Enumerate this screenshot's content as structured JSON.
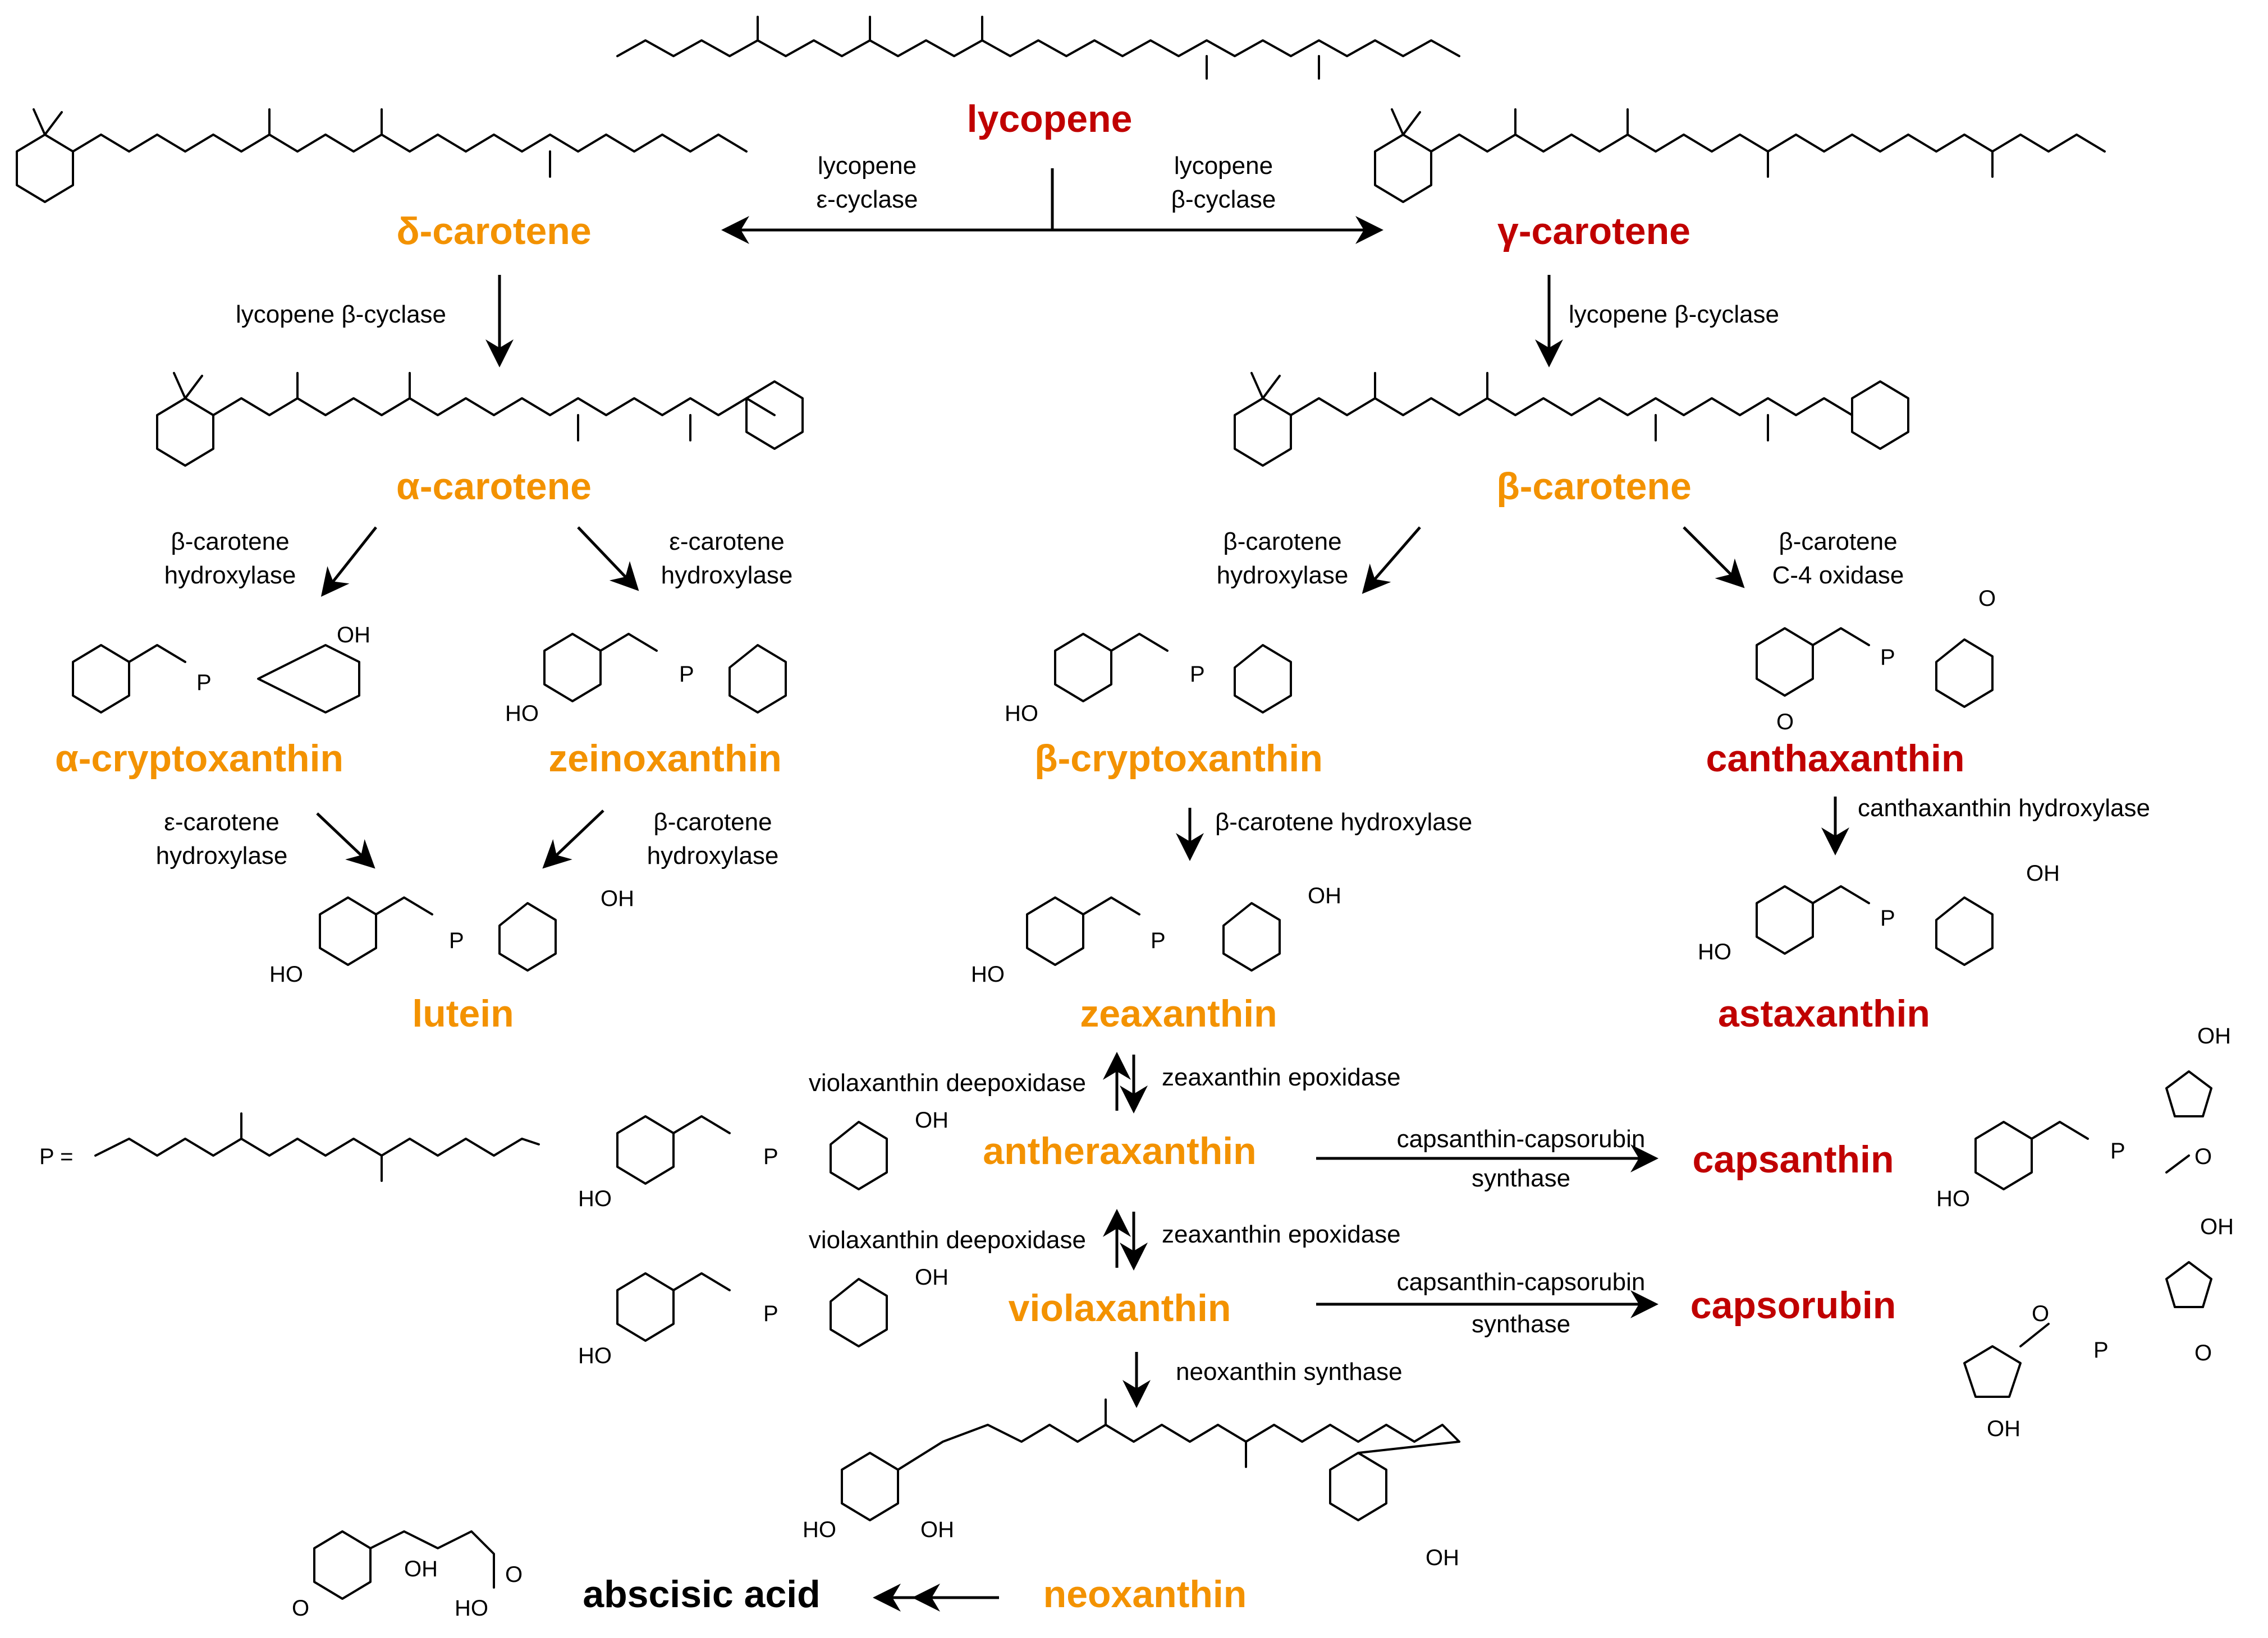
{
  "colors": {
    "red": "#c00000",
    "orange": "#f39200",
    "black": "#000000"
  },
  "compounds": {
    "lycopene": "lycopene",
    "delta_carotene": "δ-carotene",
    "gamma_carotene": "γ-carotene",
    "alpha_carotene": "α-carotene",
    "beta_carotene": "β-carotene",
    "alpha_cryptoxanthin": "α-cryptoxanthin",
    "zeinoxanthin": "zeinoxanthin",
    "beta_cryptoxanthin": "β-cryptoxanthin",
    "canthaxanthin": "canthaxanthin",
    "lutein": "lutein",
    "zeaxanthin": "zeaxanthin",
    "astaxanthin": "astaxanthin",
    "antheraxanthin": "antheraxanthin",
    "capsanthin": "capsanthin",
    "violaxanthin": "violaxanthin",
    "capsorubin": "capsorubin",
    "neoxanthin": "neoxanthin",
    "abscisic_acid": "abscisic acid"
  },
  "enzymes": {
    "lyc_eps_1": "lycopene",
    "lyc_eps_2": "ε-cyclase",
    "lyc_beta_1": "lycopene",
    "lyc_beta_2": "β-cyclase",
    "lyc_beta_cyclase_left": "lycopene β-cyclase",
    "lyc_beta_cyclase_right": "lycopene β-cyclase",
    "bch_a_1": "β-carotene",
    "bch_a_2": "hydroxylase",
    "ech_a_1": "ε-carotene",
    "ech_a_2": "hydroxylase",
    "bch_b_1": "β-carotene",
    "bch_b_2": "hydroxylase",
    "c4ox_1": "β-carotene",
    "c4ox_2": "C-4 oxidase",
    "ech_c_1": "ε-carotene",
    "ech_c_2": "hydroxylase",
    "bch_c_1": "β-carotene",
    "bch_c_2": "hydroxylase",
    "bch_single": "β-carotene hydroxylase",
    "cth": "canthaxanthin hydroxylase",
    "vde_1": "violaxanthin deepoxidase",
    "zep_1": "zeaxanthin epoxidase",
    "vde_2": "violaxanthin deepoxidase",
    "zep_2": "zeaxanthin epoxidase",
    "ccs_1a": "capsanthin-capsorubin",
    "ccs_1b": "synthase",
    "ccs_2a": "capsanthin-capsorubin",
    "ccs_2b": "synthase",
    "nxs": "neoxanthin synthase"
  },
  "atoms": {
    "oh": "OH",
    "ho": "HO",
    "o": "O",
    "p": "P",
    "p_def": "P ="
  }
}
